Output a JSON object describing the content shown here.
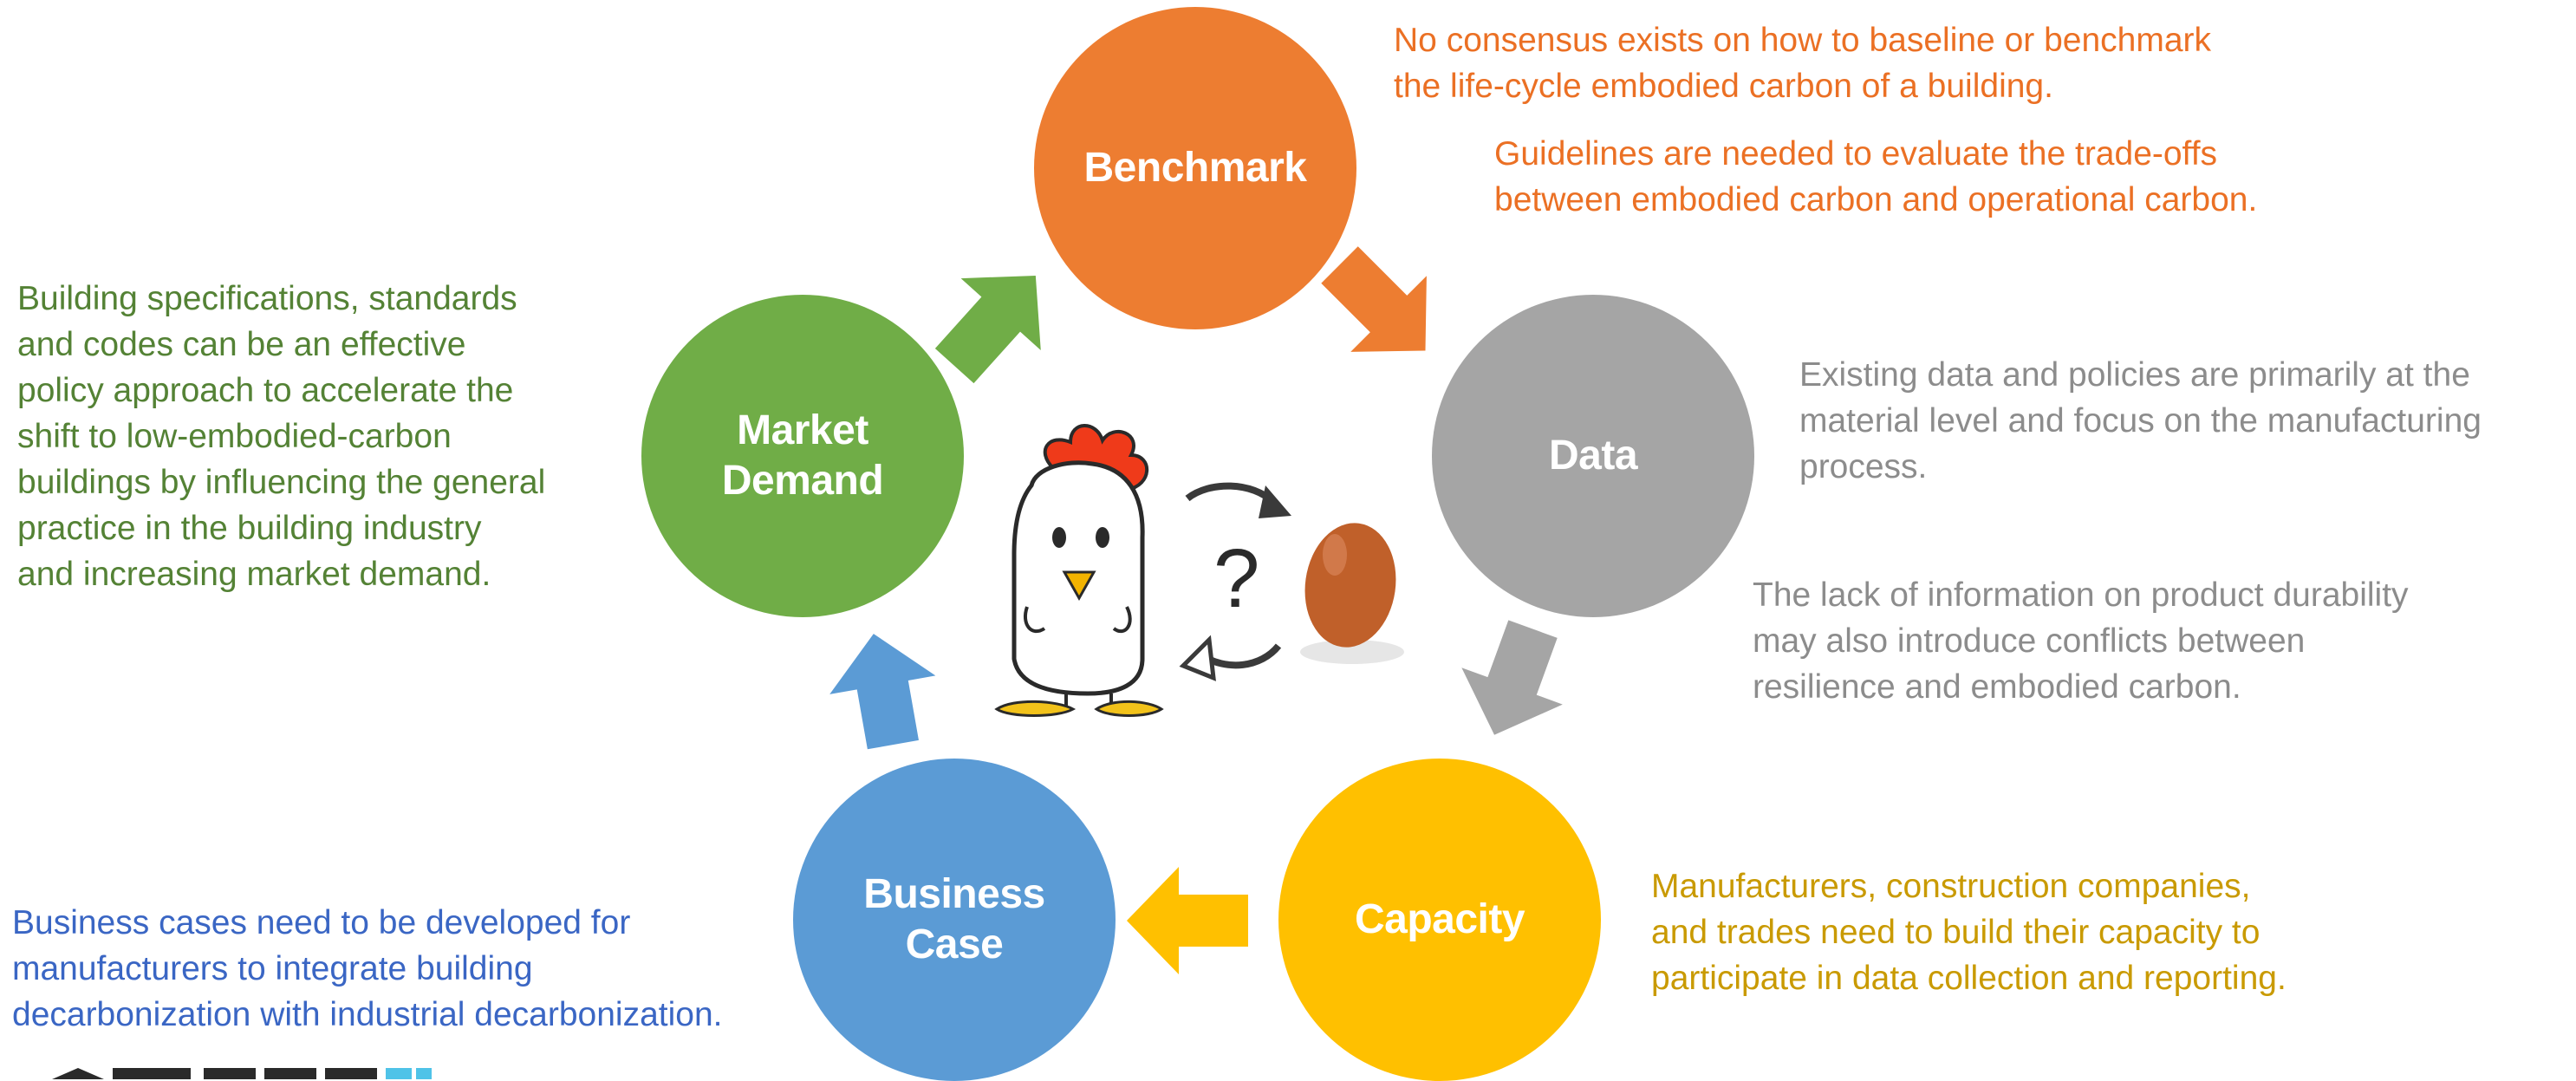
{
  "colors": {
    "benchmark": "#ED7D31",
    "data": "#A5A5A5",
    "capacity": "#FFC000",
    "business_case": "#5B9BD5",
    "market_demand": "#70AD47",
    "text_orange": "#EB7024",
    "text_gray": "#8C8C8C",
    "text_gold": "#C99A00",
    "text_blue": "#3A66C4",
    "text_green": "#548235"
  },
  "nodes": {
    "benchmark": {
      "label_lines": [
        "Benchmark"
      ]
    },
    "data": {
      "label_lines": [
        "Data"
      ]
    },
    "capacity": {
      "label_lines": [
        "Capacity"
      ]
    },
    "business_case": {
      "label_lines": [
        "Business",
        "Case"
      ]
    },
    "market_demand": {
      "label_lines": [
        "Market",
        "Demand"
      ]
    }
  },
  "notes": {
    "benchmark_1": [
      "No consensus exists on how to baseline or benchmark",
      "the life-cycle embodied carbon of a building."
    ],
    "benchmark_2": [
      "Guidelines are needed to evaluate the trade-offs",
      "between embodied carbon and operational carbon."
    ],
    "data_1": [
      "Existing data and policies are primarily at the",
      "material level and focus on the manufacturing",
      "process."
    ],
    "data_2": [
      "The lack of information on product durability",
      "may also introduce conflicts between",
      "resilience and embodied carbon."
    ],
    "capacity": [
      "Manufacturers, construction companies,",
      "and trades need to build their capacity to",
      "participate in data collection and reporting."
    ],
    "business_case": [
      "Business cases need to be developed for",
      "manufacturers to integrate building",
      "decarbonization with industrial decarbonization."
    ],
    "market_demand": [
      "Building specifications, standards",
      "and codes can be an effective",
      "policy approach to accelerate the",
      "shift to low-embodied-carbon",
      "buildings by influencing the general",
      "practice in the building industry",
      "and increasing market demand."
    ]
  },
  "center_illustration": {
    "symbol": "?",
    "description_icons": [
      "chicken-icon",
      "egg-icon",
      "cycle-arrows-icon"
    ]
  },
  "arrows": [
    "market-to-benchmark",
    "benchmark-to-data",
    "data-to-capacity",
    "capacity-to-business-case",
    "business-case-to-market"
  ]
}
